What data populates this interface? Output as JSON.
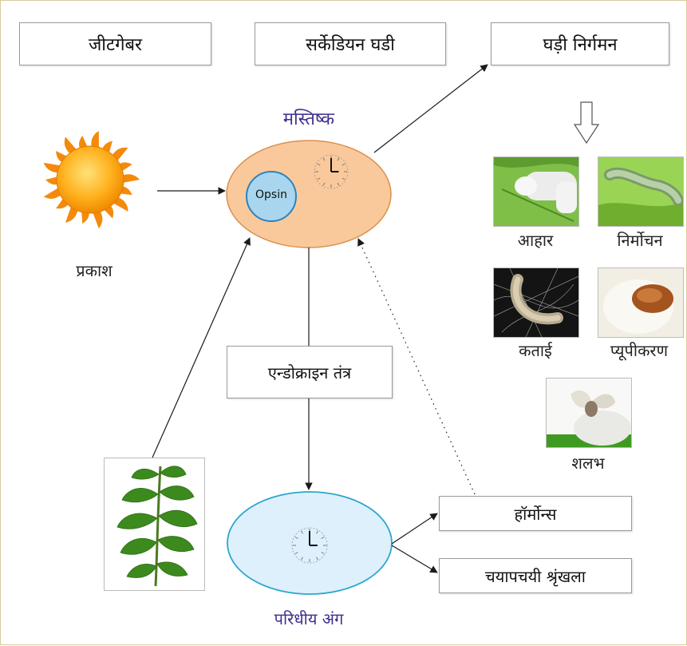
{
  "header_boxes": {
    "zeitgeber": "जीटगेबर",
    "circadian_clock": "सर्केडियन घडी",
    "clock_output": "घड़ी निर्गमन"
  },
  "brain": {
    "title": "मस्तिष्क",
    "receptor": "Opsin"
  },
  "light": {
    "label": "प्रकाश"
  },
  "endocrine": {
    "label": "एन्डोक्राइन तंत्र"
  },
  "peripheral": {
    "label": "परिधीय अंग"
  },
  "outputs": {
    "hormones": "हॉर्मोन्स",
    "metabolic": "चयापचयी श्रृंखला"
  },
  "stages": [
    {
      "label": "आहार"
    },
    {
      "label": "निर्मोचन"
    },
    {
      "label": "कताई"
    },
    {
      "label": "प्यूपीकरण"
    },
    {
      "label": "शलभ"
    }
  ],
  "colors": {
    "brain_fill": "#f9c99c",
    "brain_stroke": "#d9904d",
    "opsin_fill": "#a9d6ee",
    "opsin_stroke": "#2a84c0",
    "organ_fill": "#def0fb",
    "organ_stroke": "#2ba6cf",
    "title_color": "#3f2f8f",
    "arrow": "#1a1a1a"
  }
}
